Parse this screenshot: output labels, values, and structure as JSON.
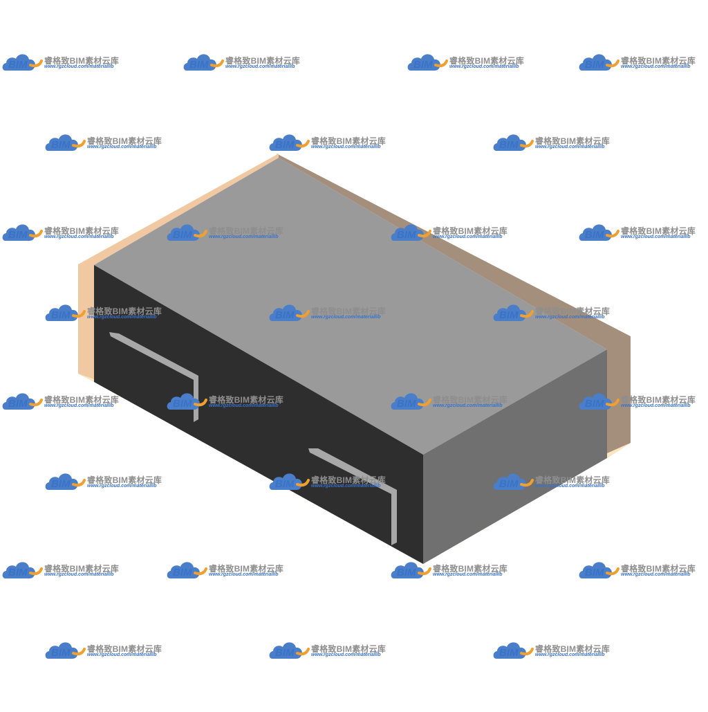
{
  "watermark": {
    "brand_cn": "睿格致BIM素材云库",
    "url": "www.rgzcloud.com/materiallib",
    "logo_text": "BIM",
    "colors": {
      "cloud": "#4a7ec9",
      "arc": "#f0a030",
      "text_gray": "#8e8e8e"
    }
  },
  "model": {
    "name": "drawer-cabinet",
    "colors": {
      "top": "#9a9a9a",
      "front": "#2e2e2e",
      "right": "#707070",
      "handle": "#a8a8a8",
      "back_panel": "#a48f7c",
      "left_panel": "#f0c9a3",
      "floor_panel": "#fde6bf"
    }
  }
}
